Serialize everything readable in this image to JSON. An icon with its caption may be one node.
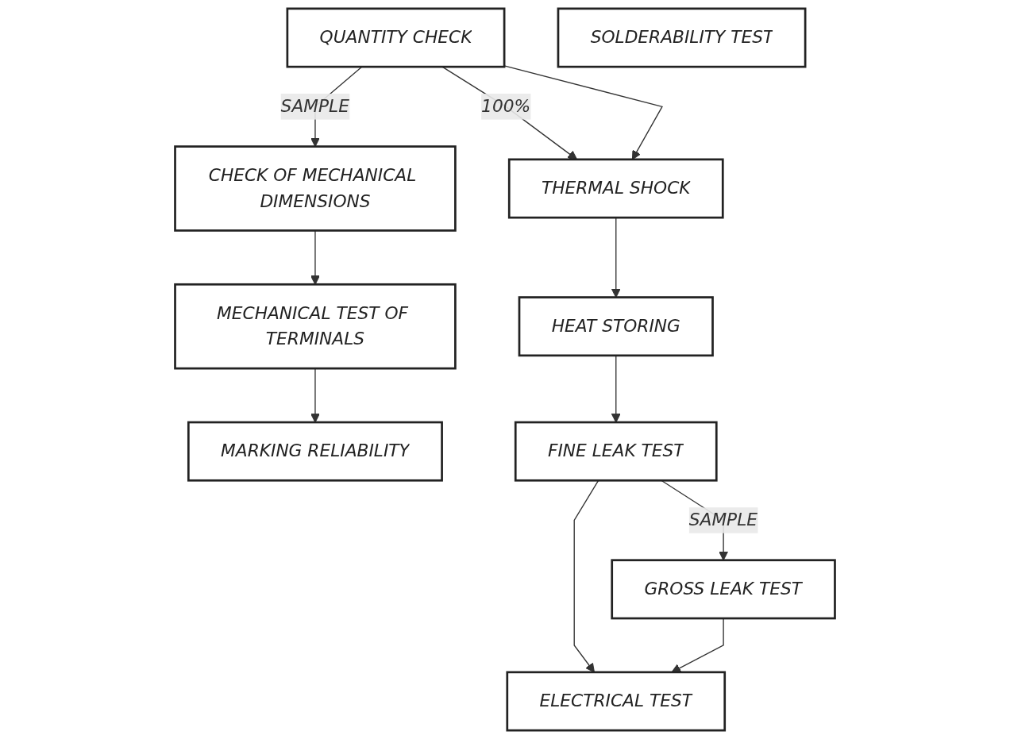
{
  "diagram": {
    "nodes": [
      {
        "text": [
          "QUANTITY CHECK"
        ]
      },
      {
        "text": [
          "CHECK OF MECHANICAL DIMENSIONS"
        ]
      },
      {
        "text": [
          "MECHANICAL TEST OF TERMINALS"
        ]
      },
      {
        "text": [
          "MARKING RELIABILITY"
        ]
      },
      {
        "text": [
          "SOLDERABILITY TEST"
        ]
      },
      {
        "text": [
          "THERMAL SHOCK"
        ]
      },
      {
        "text": [
          "HEAT STORING"
        ]
      },
      {
        "text": [
          "FINE LEAK TEST"
        ]
      },
      {
        "text": [
          "GROSS LEAK TEST"
        ]
      },
      {
        "text": [
          "ELECTRICAL TEST"
        ]
      }
    ],
    "edges": [
      {
        "from": 0,
        "to": 1,
        "arrow": "to",
        "label": "SAMPLE"
      },
      {
        "from": 0,
        "to": 5,
        "arrow": "to",
        "label": "100%"
      },
      {
        "from": 0,
        "to": 5,
        "arrow": "to"
      },
      {
        "from": 1,
        "to": 2,
        "arrow": "to"
      },
      {
        "from": 2,
        "to": 3,
        "arrow": "to"
      },
      {
        "from": 5,
        "to": 6,
        "arrow": "to"
      },
      {
        "from": 6,
        "to": 7,
        "arrow": "to"
      },
      {
        "from": 7,
        "to": 9,
        "arrow": "to"
      },
      {
        "from": 7,
        "to": 8,
        "arrow": "to",
        "label": "SAMPLE"
      },
      {
        "from": 8,
        "to": 9,
        "arrow": "to"
      }
    ]
  }
}
